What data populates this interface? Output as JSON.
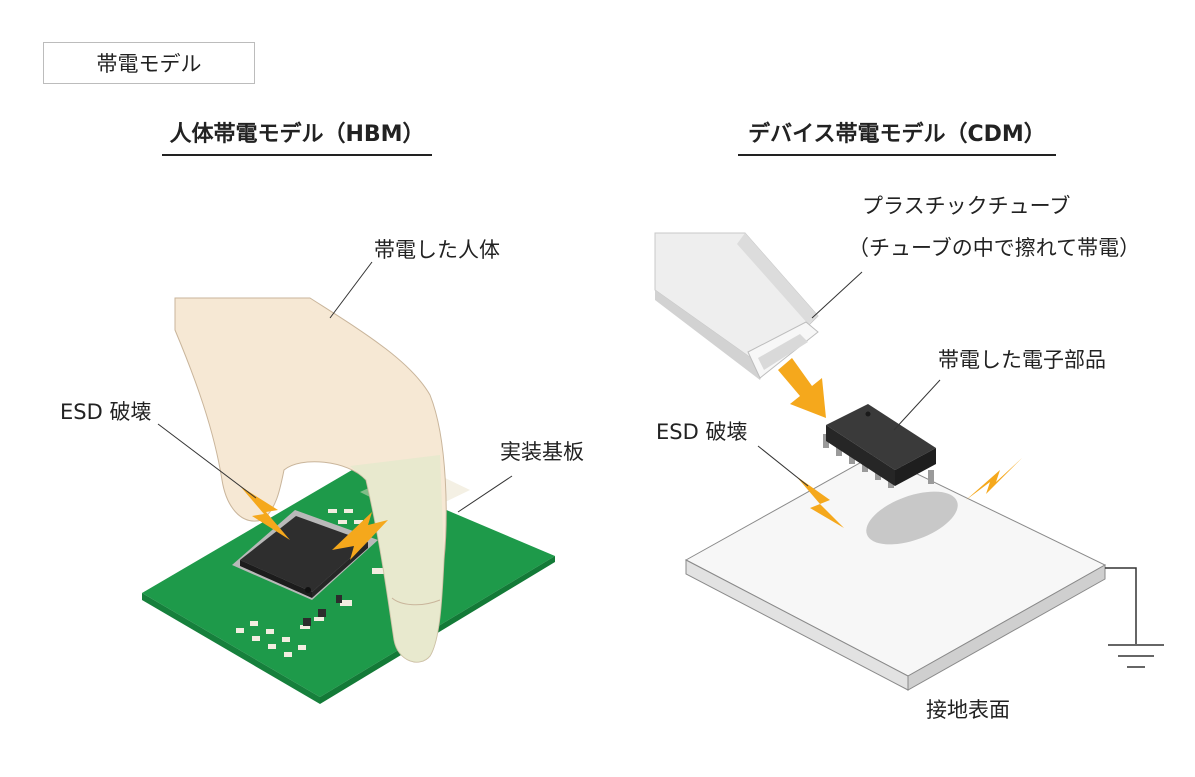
{
  "tag": "帯電モデル",
  "hbm": {
    "title": "人体帯電モデル（HBM）",
    "label_body": "帯電した人体",
    "label_esd": "ESD 破壊",
    "label_board": "実装基板"
  },
  "cdm": {
    "title": "デバイス帯電モデル（CDM）",
    "label_tube_1": "プラスチックチューブ",
    "label_tube_2": "（チューブの中で擦れて帯電）",
    "label_component": "帯電した電子部品",
    "label_esd": "ESD 破壊",
    "label_surface": "接地表面"
  },
  "colors": {
    "pcb_green": "#1e9a4a",
    "spark_orange": "#f5a81c",
    "chip_dark": "#3a3a3a",
    "skin": "#f6e8d4"
  }
}
